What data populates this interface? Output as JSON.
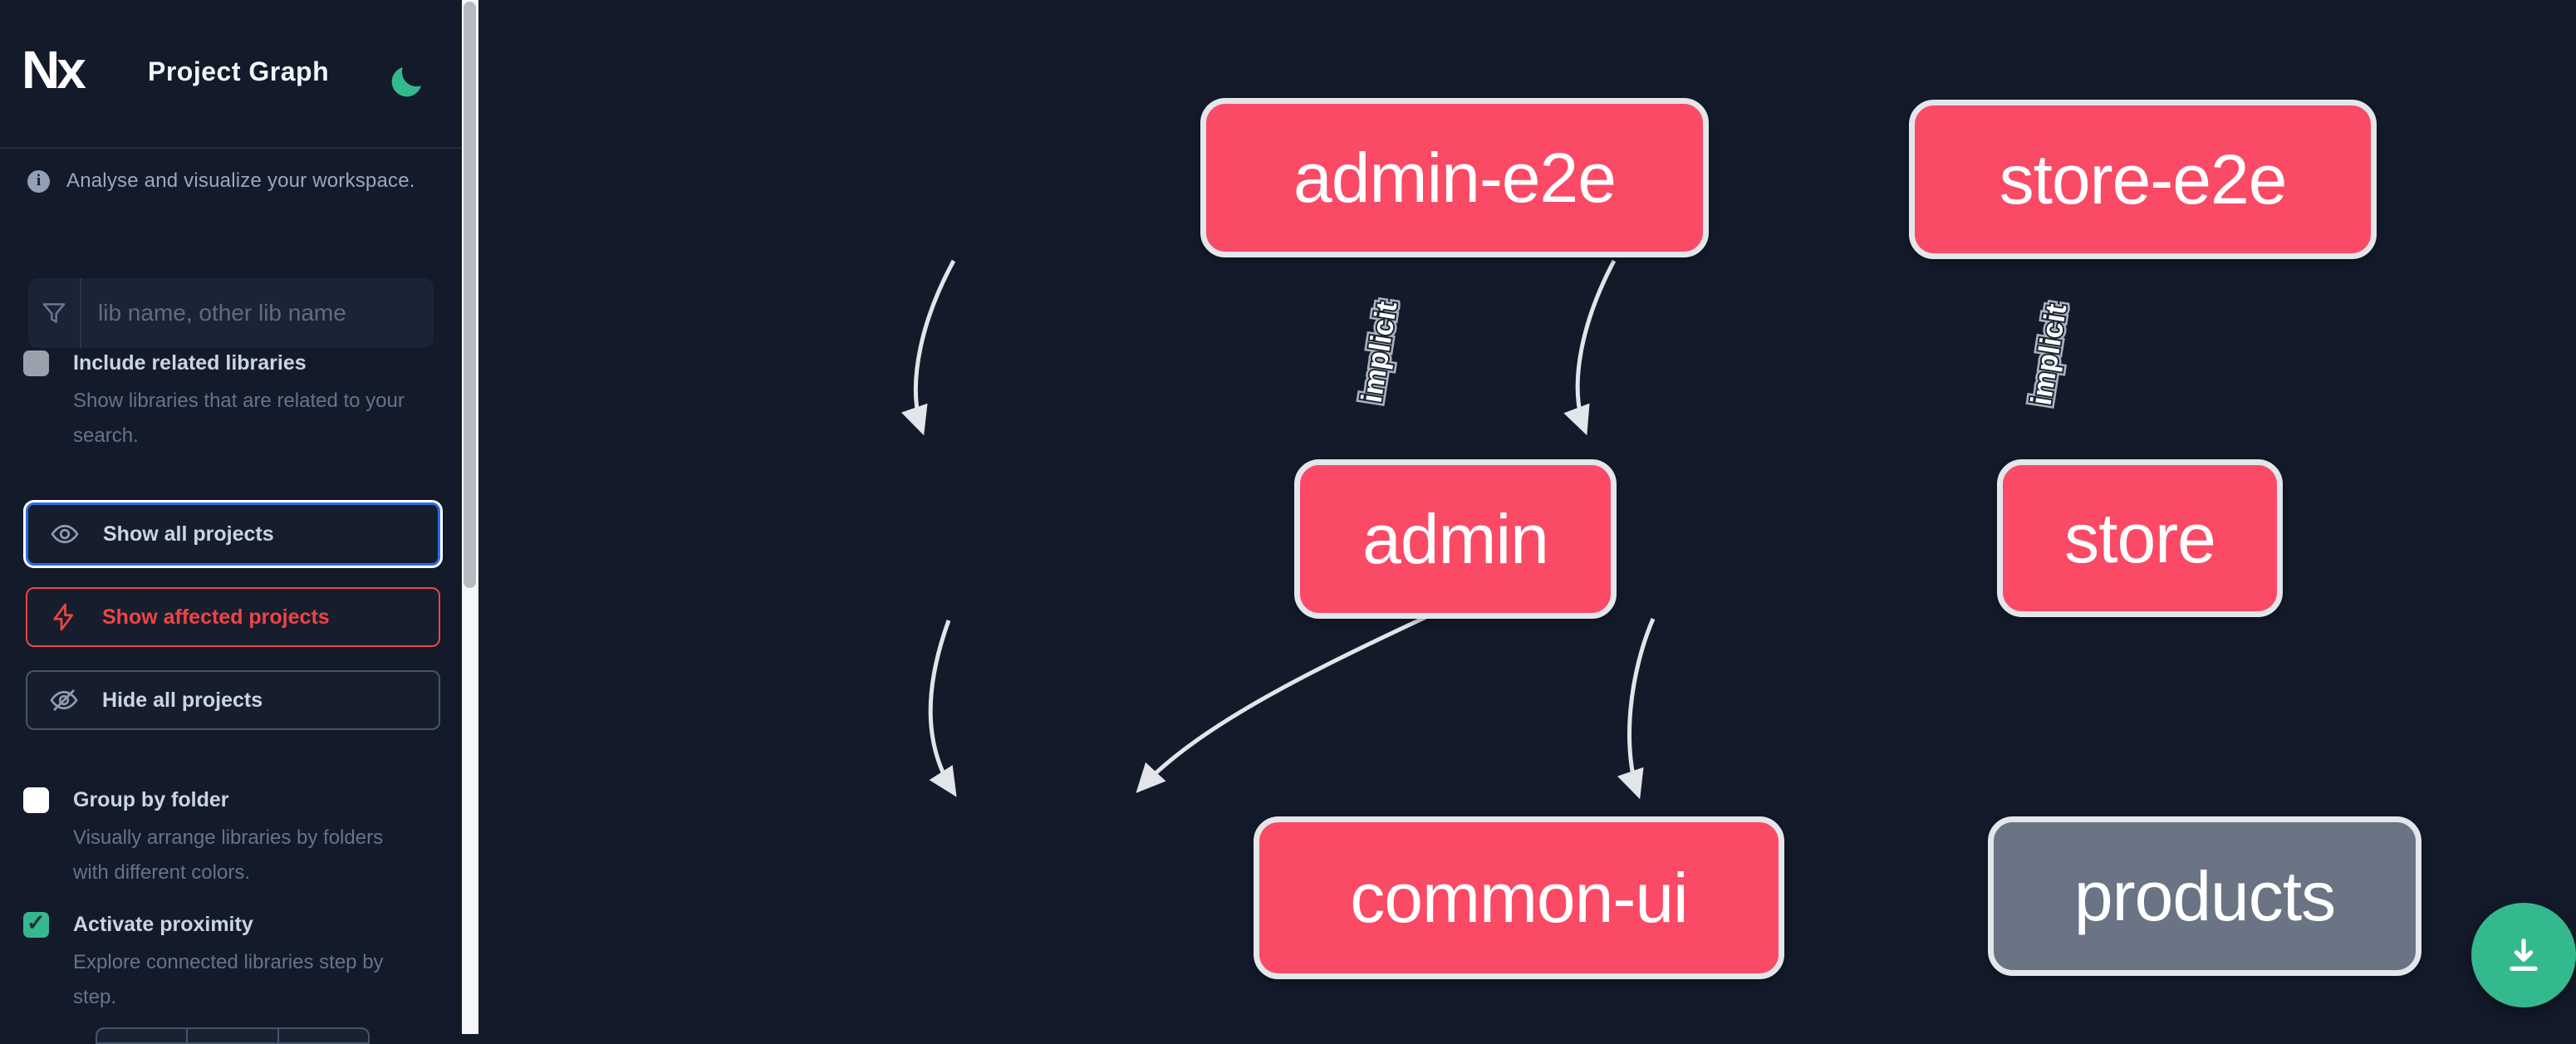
{
  "header": {
    "app_name": "Nx",
    "title": "Project Graph",
    "theme_toggle_icon": "moon-icon"
  },
  "sidebar": {
    "tagline": "Analyse and visualize your workspace.",
    "search": {
      "placeholder": "lib name, other lib name",
      "value": "",
      "icon": "funnel-icon"
    },
    "options": [
      {
        "label": "Include related libraries",
        "description": "Show libraries that are related to your search.",
        "checked": false,
        "checkbox_style": "gray"
      },
      {
        "label": "Group by folder",
        "description": "Visually arrange libraries by folders with different colors.",
        "checked": false,
        "checkbox_style": "white"
      },
      {
        "label": "Activate proximity",
        "description": "Explore connected libraries step by step.",
        "checked": true,
        "checkbox_style": "green"
      }
    ],
    "buttons": [
      {
        "label": "Show all projects",
        "icon": "eye-icon",
        "state": "focused",
        "accent": "#2b6de0"
      },
      {
        "label": "Show affected projects",
        "icon": "bolt-icon",
        "state": "normal",
        "accent": "#ef4444"
      },
      {
        "label": "Hide all projects",
        "icon": "eye-off-icon",
        "state": "normal",
        "accent": "#475569"
      }
    ]
  },
  "graph": {
    "nodes": [
      {
        "id": "admin-e2e",
        "label": "admin-e2e",
        "color": "#fb4a66"
      },
      {
        "id": "store-e2e",
        "label": "store-e2e",
        "color": "#fb4a66"
      },
      {
        "id": "admin",
        "label": "admin",
        "color": "#fb4a66"
      },
      {
        "id": "store",
        "label": "store",
        "color": "#fb4a66"
      },
      {
        "id": "common-ui",
        "label": "common-ui",
        "color": "#fb4a66"
      },
      {
        "id": "products",
        "label": "products",
        "color": "#6a7484"
      }
    ],
    "edges": [
      {
        "from": "admin-e2e",
        "to": "admin",
        "label": "implicit"
      },
      {
        "from": "store-e2e",
        "to": "store",
        "label": "implicit"
      },
      {
        "from": "admin",
        "to": "common-ui",
        "label": ""
      },
      {
        "from": "store",
        "to": "common-ui",
        "label": ""
      },
      {
        "from": "store",
        "to": "products",
        "label": ""
      }
    ]
  },
  "fab": {
    "icon": "download-icon"
  },
  "colors": {
    "background": "#131a2a",
    "node_affected": "#fb4a66",
    "node_plain": "#6a7484",
    "node_border": "#e3e6ea",
    "edge": "#e2e5e9",
    "accent_green": "#34b98e",
    "focus_blue": "#2b6de0",
    "alert_red": "#ef4444"
  }
}
